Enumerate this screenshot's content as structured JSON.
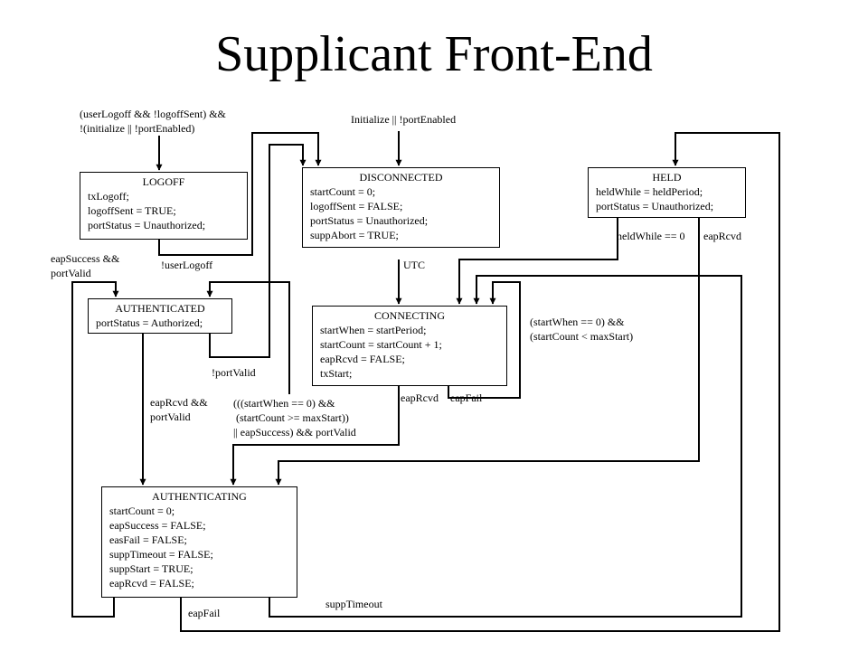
{
  "title": "Supplicant Front-End",
  "states": {
    "logoff": {
      "name": "LOGOFF",
      "lines": [
        "txLogoff;",
        "logoffSent = TRUE;",
        "portStatus = Unauthorized;"
      ]
    },
    "disconnected": {
      "name": "DISCONNECTED",
      "lines": [
        "startCount = 0;",
        "logoffSent = FALSE;",
        "portStatus = Unauthorized;",
        "suppAbort = TRUE;"
      ]
    },
    "held": {
      "name": "HELD",
      "lines": [
        "heldWhile  = heldPeriod;",
        "portStatus = Unauthorized;"
      ]
    },
    "authenticated": {
      "name": "AUTHENTICATED",
      "lines": [
        "portStatus = Authorized;"
      ]
    },
    "connecting": {
      "name": "CONNECTING",
      "lines": [
        "startWhen = startPeriod;",
        "startCount = startCount + 1;",
        "eapRcvd = FALSE;",
        "txStart;"
      ]
    },
    "authenticating": {
      "name": "AUTHENTICATING",
      "lines": [
        "startCount = 0;",
        "eapSuccess = FALSE;",
        "easFail = FALSE;",
        "suppTimeout = FALSE;",
        "suppStart = TRUE;",
        "eapRcvd = FALSE;"
      ]
    }
  },
  "transitions": {
    "to_logoff": [
      "(userLogoff && !logoffSent) &&",
      "!(initialize  || !portEnabled)"
    ],
    "to_disconnected": "Initialize || !portEnabled",
    "user_logoff": "!userLogoff",
    "success_valid": [
      "eapSuccess &&",
      "portValid"
    ],
    "utc": "UTC",
    "held_zero": "heldWhile  == 0",
    "held_eap": "eapRcvd",
    "retry": [
      "(startWhen == 0) &&",
      "(startCount < maxStart)"
    ],
    "port_valid": "!portValid",
    "rcvd_valid": [
      "eapRcvd &&",
      "portValid"
    ],
    "maxstart": [
      "(((startWhen == 0) &&",
      " (startCount >= maxStart))",
      "|| eapSuccess) && portValid"
    ],
    "conn_eap": "eapRcvd",
    "conn_fail": "eapFail",
    "supp_timeout": "suppTimeout",
    "auth_fail": "eapFail"
  }
}
